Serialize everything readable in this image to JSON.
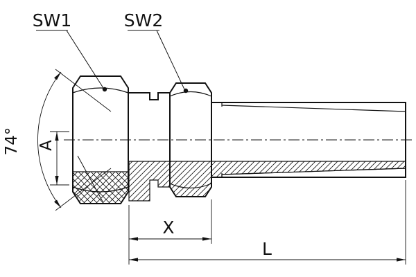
{
  "drawing": {
    "type": "technical-section-drawing",
    "labels": {
      "sw1": "SW1",
      "sw2": "SW2",
      "angle": "74°",
      "dim_a": "A",
      "dim_x": "X",
      "dim_l": "L"
    },
    "colors": {
      "line": "#111111",
      "background": "#ffffff"
    }
  }
}
